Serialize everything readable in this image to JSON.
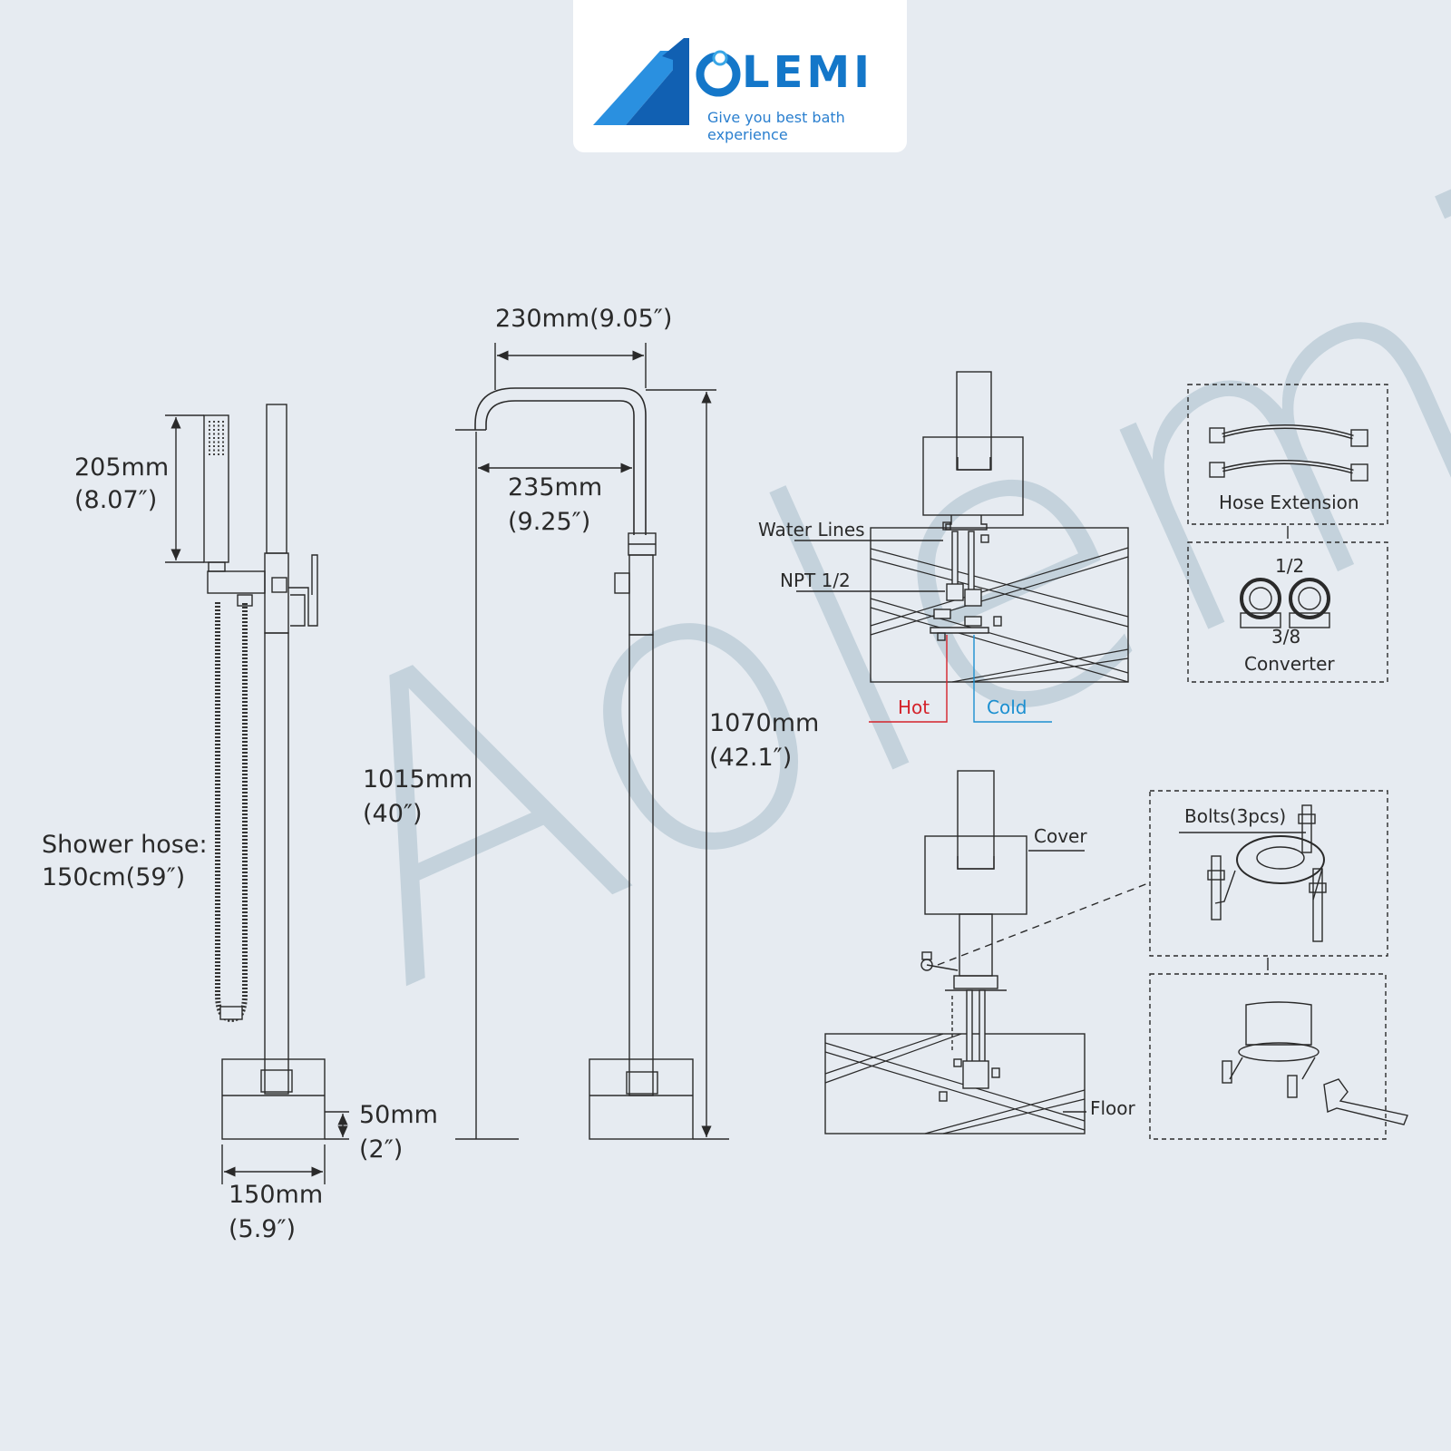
{
  "logo": {
    "brand": "LEMI",
    "tagline": "Give you best bath experience",
    "colors": {
      "primary": "#1477c9",
      "accent": "#39a6e6"
    }
  },
  "watermark": "Aolemi",
  "dimensions": {
    "handshower_length": {
      "mm": "205mm",
      "inch": "(8.07″)"
    },
    "spout_reach_top": "230mm(9.05″)",
    "spout_reach_inner": {
      "mm": "235mm",
      "inch": "(9.25″)"
    },
    "spout_height": {
      "mm": "1015mm",
      "inch": "(40″)"
    },
    "total_height": {
      "mm": "1070mm",
      "inch": "(42.1″)"
    },
    "base_height": {
      "mm": "50mm",
      "inch": "(2″)"
    },
    "base_width": {
      "mm": "150mm",
      "inch": "(5.9″)"
    },
    "shower_hose": {
      "label": "Shower hose:",
      "value": "150cm(59″)"
    }
  },
  "installation": {
    "water_lines": "Water Lines",
    "npt": "NPT 1/2",
    "hot": "Hot",
    "cold": "Cold",
    "hose_extension": "Hose Extension",
    "converter_top": "1/2",
    "converter_bottom": "3/8",
    "converter": "Converter",
    "cover": "Cover",
    "bolts": "Bolts(3pcs)",
    "floor": "Floor"
  },
  "colors": {
    "line": "#2a2a2a",
    "hot": "#d4222a",
    "cold": "#1b8fd0",
    "background": "#e6ebf1"
  }
}
